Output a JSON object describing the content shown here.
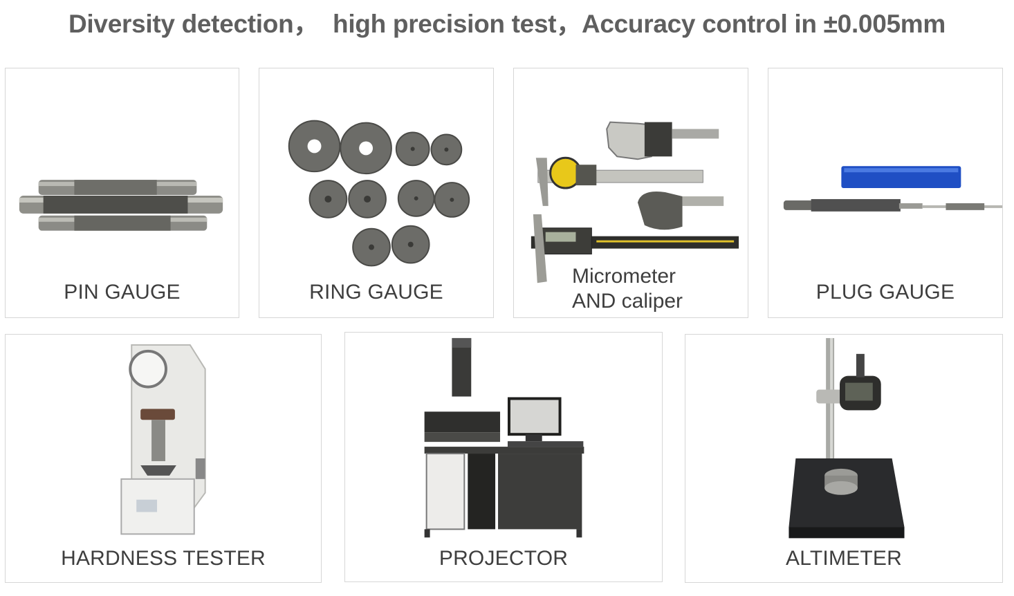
{
  "headline": "Diversity detection，  high precision test，Accuracy control in ±0.005mm",
  "cards": {
    "pin_gauge": {
      "label": "PIN GAUGE"
    },
    "ring_gauge": {
      "label": "RING GAUGE"
    },
    "micrometer": {
      "label_line1": "Micrometer",
      "label_line2": "AND caliper"
    },
    "plug_gauge": {
      "label": "PLUG GAUGE"
    },
    "hardness_tester": {
      "label": "HARDNESS TESTER"
    },
    "projector": {
      "label": "PROJECTOR"
    },
    "altimeter": {
      "label": "ALTIMETER"
    }
  }
}
